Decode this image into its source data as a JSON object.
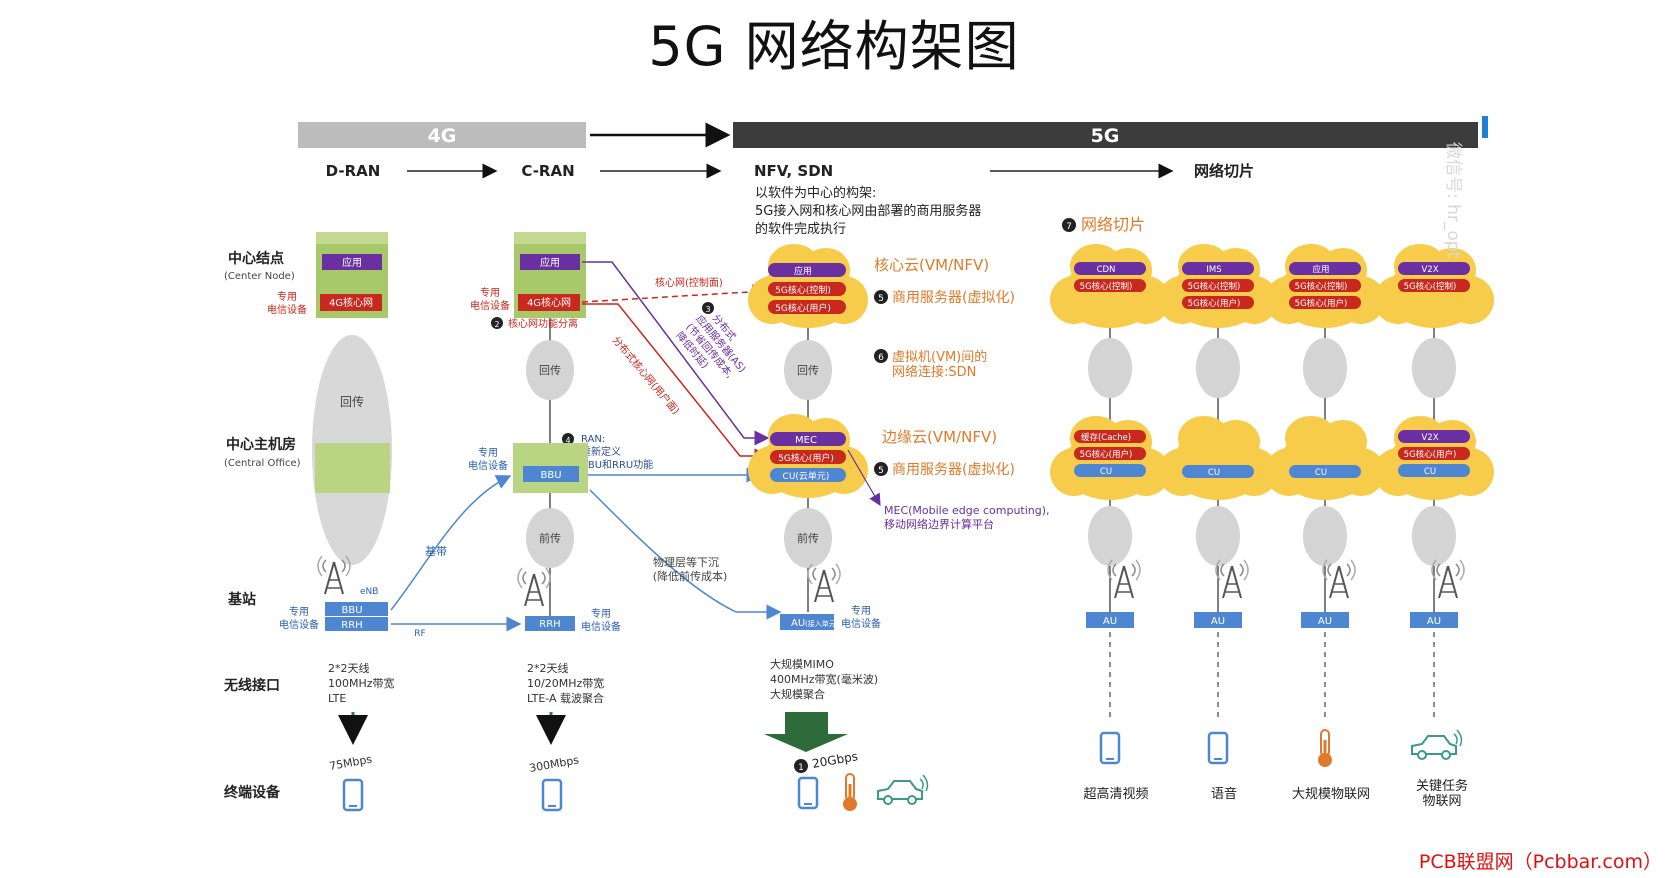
{
  "title": "5G 网络构架图",
  "era": {
    "g4": "4G",
    "g5": "5G"
  },
  "stages": {
    "dran": "D-RAN",
    "cran": "C-RAN",
    "nfv": "NFV, SDN",
    "slice": "网络切片"
  },
  "sdn_note": [
    "以软件为中心的构架:",
    "5G接入网和核心网由部署的商用服务器",
    "的软件完成执行"
  ],
  "rows": {
    "center_node": "中心结点",
    "center_node_en": "(Center Node)",
    "central_office": "中心主机房",
    "central_office_en": "(Central Office)",
    "base_station": "基站",
    "air_interface": "无线接口",
    "terminal": "终端设备"
  },
  "dran": {
    "app": "应用",
    "core": "4G核心网",
    "dedicated": [
      "专用",
      "电信设备"
    ],
    "backhaul": "回传",
    "enb": "eNB",
    "bbu": "BBU",
    "rrh": "RRH",
    "dedicated2": [
      "专用",
      "电信设备"
    ],
    "radio": [
      "2*2天线",
      "100MHz带宽",
      "LTE"
    ],
    "speed": "75Mbps"
  },
  "cran": {
    "app": "应用",
    "core": "4G核心网",
    "dedicated": [
      "专用",
      "电信设备"
    ],
    "split_num": "2",
    "split": "核心网功能分离",
    "backhaul": "回传",
    "ran_num": "4",
    "ran": [
      "RAN:",
      "重新定义",
      "BBU和RRU功能"
    ],
    "dedicated_bbu": [
      "专用",
      "电信设备"
    ],
    "bbu": "BBU",
    "fronthaul": "前传",
    "baseband": "基带",
    "rf": "RF",
    "rrh": "RRH",
    "dedicated_rrh": [
      "专用",
      "电信设备"
    ],
    "radio": [
      "2*2天线",
      "10/20MHz带宽",
      "LTE-A 载波聚合"
    ],
    "speed": "300Mbps",
    "core_ctrl": "核心网(控制面)",
    "dist_user": "分布式核心网(用户面)",
    "dist_as_num": "3",
    "dist_as": [
      "分布式",
      "应用服务器(AS)",
      "(节省回传成本,",
      "降低时延)"
    ]
  },
  "nfv": {
    "core_cloud": "核心云(VM/NFV)",
    "app": "应用",
    "core_ctrl": "5G核心(控制)",
    "core_user": "5G核心(用户)",
    "server_num": "5",
    "server": "商用服务器(虚拟化)",
    "backhaul": "回传",
    "vm_num": "6",
    "vm": [
      "虚拟机(VM)间的",
      "网络连接:SDN"
    ],
    "edge_cloud": "边缘云(VM/NFV)",
    "mec": "MEC",
    "edge_user": "5G核心(用户)",
    "cu": "CU(云单元)",
    "server2_num": "5",
    "server2": "商用服务器(虚拟化)",
    "mec_note": [
      "MEC(Mobile edge computing),",
      "移动网络边界计算平台"
    ],
    "fronthaul": "前传",
    "phy": [
      "物理层等下沉",
      "(降低前传成本)"
    ],
    "au": "AU",
    "au_sub": "(接入单元)",
    "dedicated": [
      "专用",
      "电信设备"
    ],
    "radio": [
      "大规模MIMO",
      "400MHz带宽(毫米波)",
      "大规模聚合"
    ],
    "speed_num": "1",
    "speed": "20Gbps"
  },
  "slice": {
    "num": "7",
    "label": "网络切片",
    "columns": [
      {
        "top": [
          "CDN",
          "5G核心(控制)"
        ],
        "bottom": [
          "缓存(Cache)",
          "5G核心(用户)",
          "CU"
        ],
        "au": "AU",
        "name": [
          "超高清视频"
        ]
      },
      {
        "top": [
          "IMS",
          "5G核心(控制)",
          "5G核心(用户)"
        ],
        "bottom": [
          "CU"
        ],
        "au": "AU",
        "name": [
          "语音"
        ]
      },
      {
        "top": [
          "应用",
          "5G核心(控制)",
          "5G核心(用户)"
        ],
        "bottom": [
          "CU"
        ],
        "au": "AU",
        "name": [
          "大规模物联网"
        ]
      },
      {
        "top": [
          "V2X",
          "5G核心(控制)"
        ],
        "bottom": [
          "V2X",
          "5G核心(用户)",
          "CU"
        ],
        "au": "AU",
        "name": [
          "关键任务",
          "物联网"
        ]
      }
    ]
  },
  "watermark": "微信号: hr_opt",
  "footer": "PCB联盟网（Pcbbar.com）",
  "colors": {
    "green": "#a7c96a",
    "purple": "#6a2fa0",
    "red": "#c8281e",
    "blue": "#4f86d2",
    "gray_ellipse": "#d4d4d4",
    "cloud": "#f7cc4b",
    "orange_text": "#e07a2a",
    "dark_bar": "#3c3c3c",
    "light_bar": "#bcbcbc"
  }
}
